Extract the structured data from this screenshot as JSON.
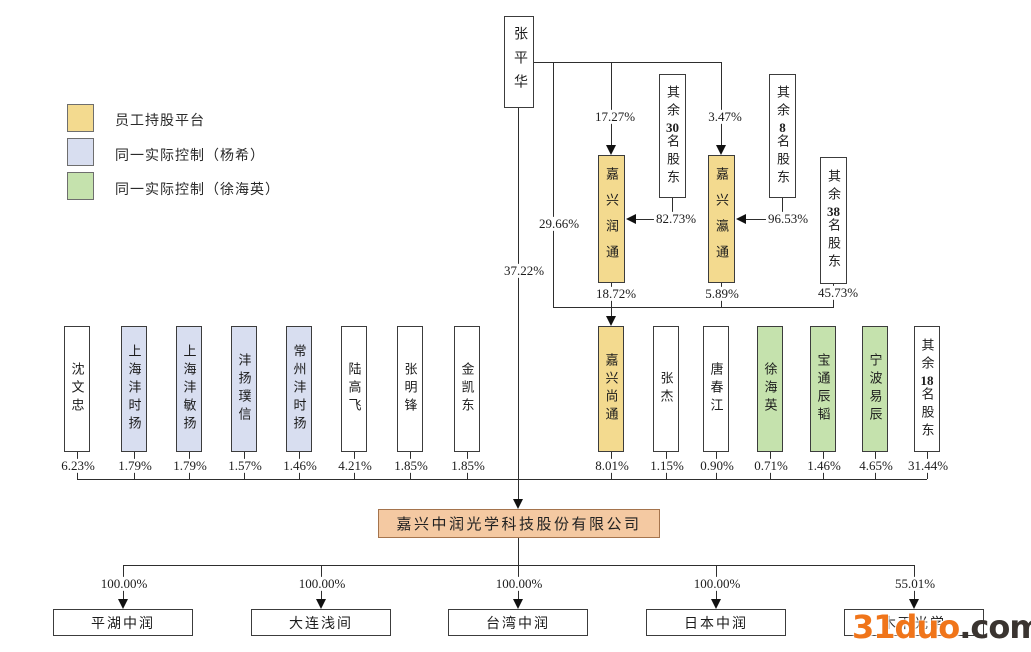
{
  "legend": {
    "items": [
      {
        "label": "员工持股平台",
        "color": "#f3da8f"
      },
      {
        "label": "同一实际控制（杨希）",
        "color": "#d8def0"
      },
      {
        "label": "同一实际控制（徐海英）",
        "color": "#c5e2ad"
      }
    ]
  },
  "root": {
    "name": "张平华"
  },
  "edges": {
    "zhang_to_company": "37.22%",
    "zhang_to_shangtong": "29.66%",
    "zhang_to_runtong": "17.27%",
    "zhang_to_yingtong": "3.47%",
    "qiyu30_to_runtong": "82.73%",
    "qiyu8_to_yingtong": "96.53%"
  },
  "mid_tier": {
    "runtong": {
      "name": "嘉兴润通",
      "pct": "18.72%"
    },
    "yingtong": {
      "name": "嘉兴瀛通",
      "pct": "5.89%"
    },
    "qiyu30": {
      "pre": "其余",
      "num": "30",
      "post": "名股东"
    },
    "qiyu8": {
      "pre": "其余",
      "num": "8",
      "post": "名股东"
    },
    "qiyu38": {
      "pre": "其余",
      "num": "38",
      "post": "名股东",
      "pct": "45.73%"
    }
  },
  "shareholders": [
    {
      "name": "沈文忠",
      "pct": "6.23%",
      "group": "none"
    },
    {
      "name": "上海沣时扬",
      "pct": "1.79%",
      "group": "yangxi"
    },
    {
      "name": "上海沣敏扬",
      "pct": "1.79%",
      "group": "yangxi"
    },
    {
      "name": "沣扬璞信",
      "pct": "1.57%",
      "group": "yangxi"
    },
    {
      "name": "常州沣时扬",
      "pct": "1.46%",
      "group": "yangxi"
    },
    {
      "name": "陆高飞",
      "pct": "4.21%",
      "group": "none"
    },
    {
      "name": "张明锋",
      "pct": "1.85%",
      "group": "none"
    },
    {
      "name": "金凯东",
      "pct": "1.85%",
      "group": "none"
    },
    {
      "name": "嘉兴尚通",
      "pct": "8.01%",
      "group": "esop"
    },
    {
      "name": "张杰",
      "pct": "1.15%",
      "group": "none"
    },
    {
      "name": "唐春江",
      "pct": "0.90%",
      "group": "none"
    },
    {
      "name": "徐海英",
      "pct": "0.71%",
      "group": "xuhaiying"
    },
    {
      "name": "宝通辰韬",
      "pct": "1.46%",
      "group": "xuhaiying"
    },
    {
      "name": "宁波易辰",
      "pct": "4.65%",
      "group": "xuhaiying"
    },
    {
      "pre": "其余",
      "num": "18",
      "post": "名股东",
      "pct": "31.44%",
      "group": "none"
    }
  ],
  "company": {
    "name": "嘉兴中润光学科技股份有限公司",
    "color": "#f4c9a2"
  },
  "subsidiaries": [
    {
      "name": "平湖中润",
      "pct": "100.00%"
    },
    {
      "name": "大连浅间",
      "pct": "100.00%"
    },
    {
      "name": "台湾中润",
      "pct": "100.00%"
    },
    {
      "name": "日本中润",
      "pct": "100.00%"
    },
    {
      "name": "木下光学",
      "pct": "55.01%"
    }
  ],
  "watermark": {
    "brand": "31duo",
    "suffix": ".com",
    "brand_color": "#f0751a"
  }
}
